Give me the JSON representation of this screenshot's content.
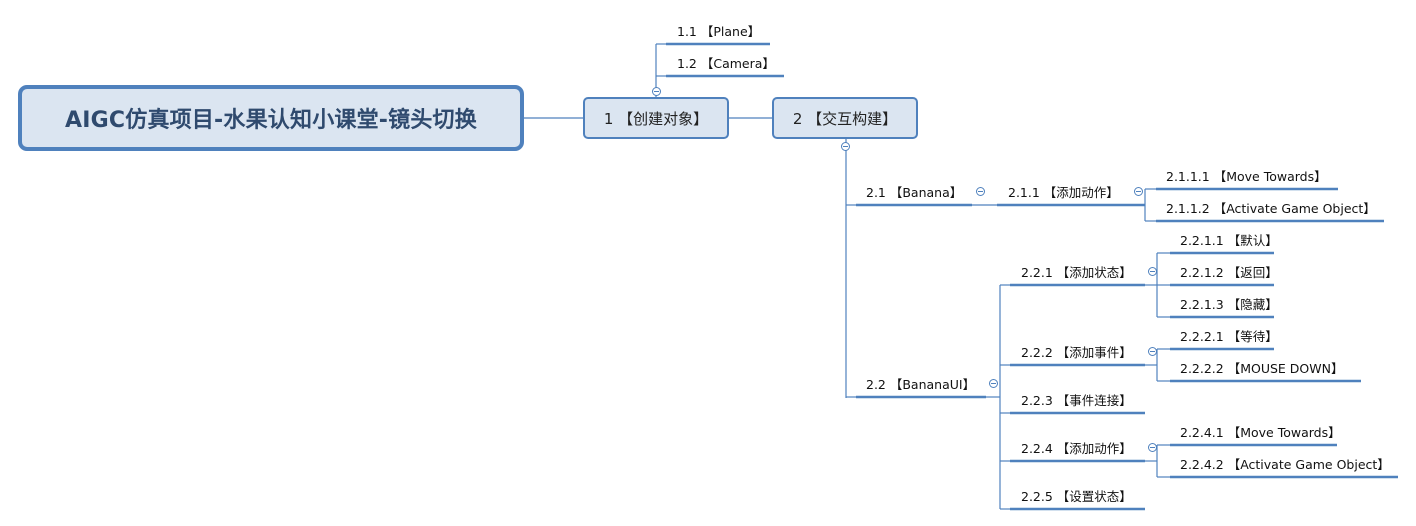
{
  "root": {
    "title": "AIGC仿真项目-水果认知小课堂-镜头切换"
  },
  "branches": [
    {
      "label": "1 【创建对象】",
      "children": [
        {
          "label": "1.1 【Plane】"
        },
        {
          "label": "1.2 【Camera】"
        }
      ]
    },
    {
      "label": "2 【交互构建】",
      "children": [
        {
          "label": "2.1 【Banana】",
          "children": [
            {
              "label": "2.1.1 【添加动作】",
              "children": [
                {
                  "label": "2.1.1.1 【Move Towards】"
                },
                {
                  "label": "2.1.1.2 【Activate Game Object】"
                }
              ]
            }
          ]
        },
        {
          "label": "2.2 【BananaUI】",
          "children": [
            {
              "label": "2.2.1 【添加状态】",
              "children": [
                {
                  "label": "2.2.1.1 【默认】"
                },
                {
                  "label": "2.2.1.2 【返回】"
                },
                {
                  "label": "2.2.1.3 【隐藏】"
                }
              ]
            },
            {
              "label": "2.2.2 【添加事件】",
              "children": [
                {
                  "label": "2.2.2.1 【等待】"
                },
                {
                  "label": "2.2.2.2 【MOUSE DOWN】"
                }
              ]
            },
            {
              "label": "2.2.3 【事件连接】"
            },
            {
              "label": "2.2.4 【添加动作】",
              "children": [
                {
                  "label": "2.2.4.1 【Move Towards】"
                },
                {
                  "label": "2.2.4.2 【Activate Game Object】"
                }
              ]
            },
            {
              "label": "2.2.5 【设置状态】"
            }
          ]
        }
      ]
    }
  ],
  "colors": {
    "line": "#4f81bd",
    "box_fill": "#dbe5f1",
    "text": "#111111"
  }
}
